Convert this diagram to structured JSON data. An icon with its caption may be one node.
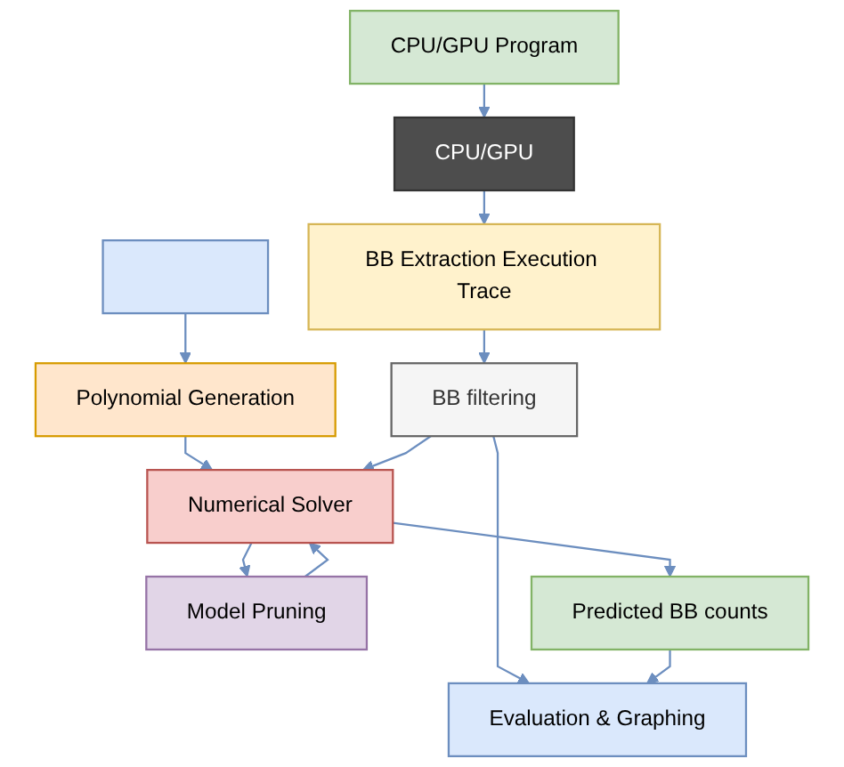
{
  "diagram": {
    "nodes": [
      {
        "text": [
          "CPU/GPU Program"
        ]
      },
      {
        "text": [
          "CPU/GPU"
        ]
      },
      {
        "text": [],
        "shape": "box"
      },
      {
        "text": [
          "BB Extraction Execution Trace"
        ]
      },
      {
        "text": [
          "Polynomial Generation"
        ]
      },
      {
        "text": [
          "BB filtering"
        ]
      },
      {
        "text": [
          "Numerical Solver"
        ]
      },
      {
        "text": [
          "Model Pruning"
        ]
      },
      {
        "text": [
          "Evaluation & Graphing"
        ]
      },
      {
        "text": [
          "Predicted BB counts"
        ]
      }
    ],
    "edges": [
      {
        "from": 0,
        "to": 1,
        "arrow": "to"
      },
      {
        "from": 1,
        "to": 3,
        "arrow": "to"
      },
      {
        "from": 2,
        "to": 4,
        "arrow": "to"
      },
      {
        "from": 3,
        "to": 5,
        "arrow": "to"
      },
      {
        "from": 4,
        "to": 6,
        "arrow": "to"
      },
      {
        "from": 5,
        "to": 6,
        "arrow": "to"
      },
      {
        "from": 7,
        "to": 6,
        "arrow": "to"
      },
      {
        "from": 6,
        "to": 7,
        "arrow": "to"
      },
      {
        "from": 5,
        "to": 8,
        "arrow": "to"
      },
      {
        "from": 6,
        "to": 9,
        "arrow": "to"
      },
      {
        "from": 9,
        "to": 8,
        "arrow": "to"
      }
    ]
  }
}
